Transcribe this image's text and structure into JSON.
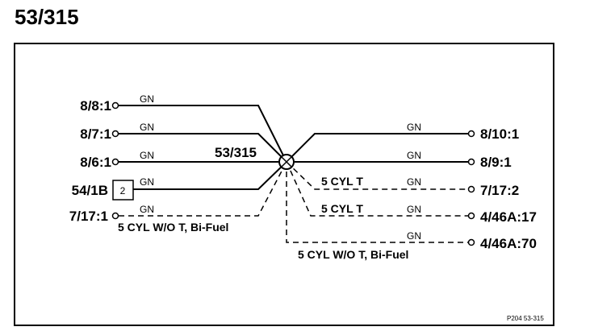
{
  "page_title": "53/315",
  "splice_label": "53/315",
  "left_terminals": [
    {
      "label": "8/8:1",
      "wire_color": "GN"
    },
    {
      "label": "8/7:1",
      "wire_color": "GN"
    },
    {
      "label": "8/6:1",
      "wire_color": "GN"
    },
    {
      "label": "54/1B",
      "pin": "2",
      "wire_color": "GN"
    },
    {
      "label": "7/17:1",
      "wire_color": "GN",
      "note": "5 CYL W/O T, Bi-Fuel"
    }
  ],
  "right_terminals": [
    {
      "label": "8/10:1",
      "wire_color": "GN"
    },
    {
      "label": "8/9:1",
      "wire_color": "GN"
    },
    {
      "label": "7/17:2",
      "wire_color": "GN",
      "note": "5 CYL T"
    },
    {
      "label": "4/46A:17",
      "wire_color": "GN",
      "note": "5 CYL T"
    },
    {
      "label": "4/46A:70",
      "wire_color": "GN",
      "note": "5 CYL W/O T, Bi-Fuel"
    }
  ],
  "reference": "P204 53-315"
}
